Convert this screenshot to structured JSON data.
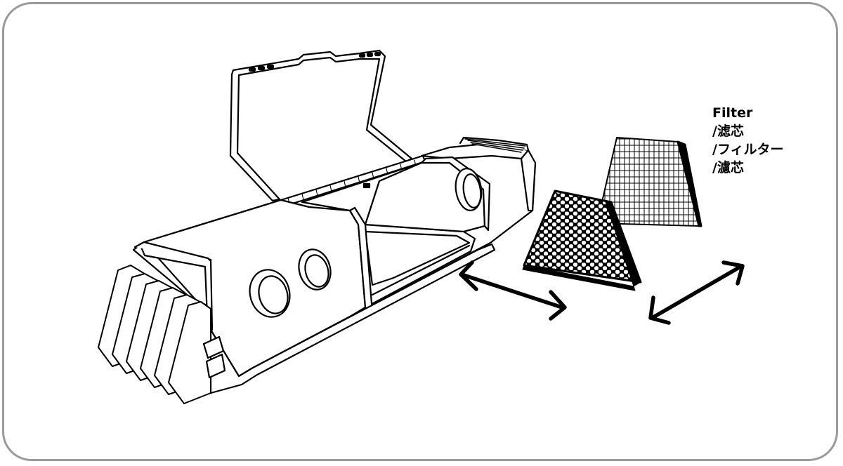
{
  "label": {
    "lines": [
      "Filter",
      "/滤芯",
      "/フィルター",
      "/濾芯"
    ]
  },
  "colors": {
    "ink": "#000000",
    "frame": "#9a9a9a",
    "paper": "#ffffff"
  },
  "icons": [
    "double-arrow-icon",
    "double-arrow-icon"
  ]
}
